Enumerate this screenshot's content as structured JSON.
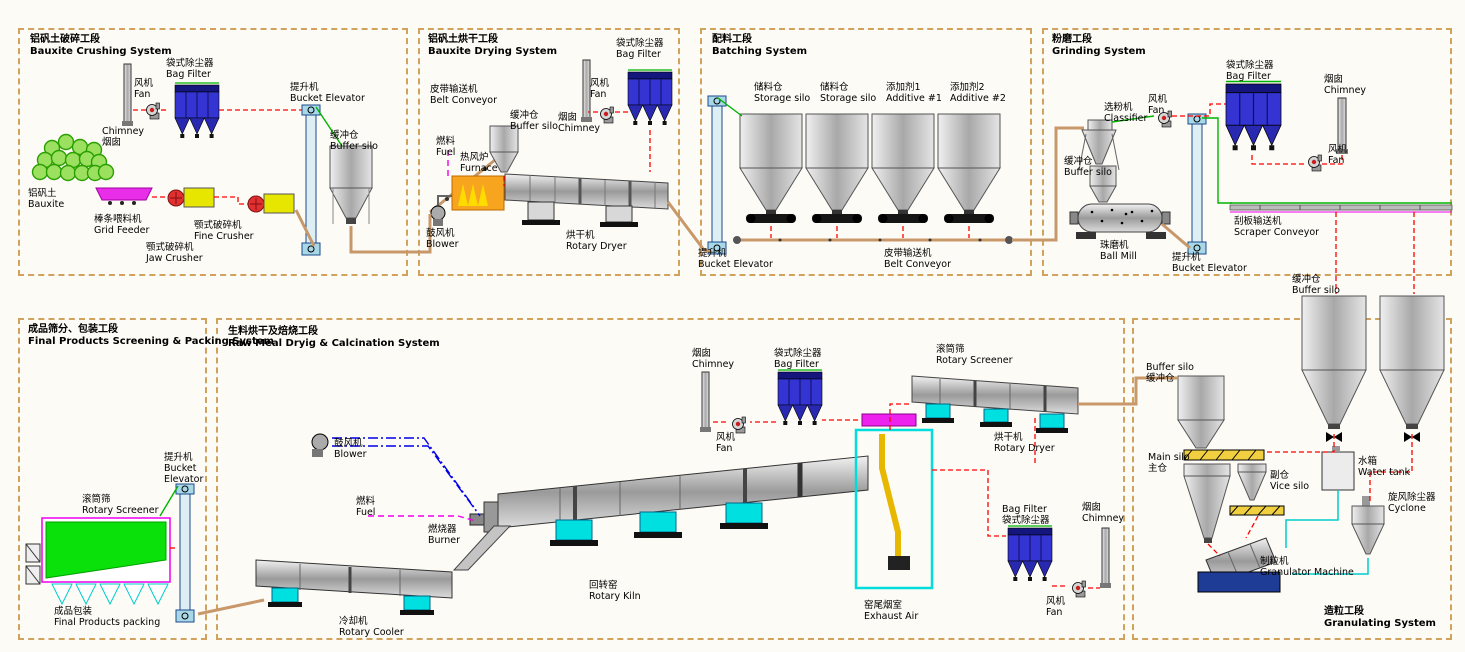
{
  "sections": [
    {
      "id": "bauxite-crushing",
      "title_cn": "铝矾土破碎工段",
      "title_en": "Bauxite Crushing System",
      "labels": [
        {
          "lines": [
            "袋式除尘器",
            "Bag Filter"
          ]
        },
        {
          "lines": [
            "风机",
            "Fan"
          ]
        },
        {
          "lines": [
            "Chimney",
            "烟囱"
          ]
        },
        {
          "lines": [
            "提升机",
            "Bucket Elevator"
          ]
        },
        {
          "lines": [
            "缓冲仓",
            "Buffer silo"
          ]
        },
        {
          "lines": [
            "铝矾土",
            "Bauxite"
          ]
        },
        {
          "lines": [
            "棒条喂料机",
            "Grid Feeder"
          ]
        },
        {
          "lines": [
            "颚式破碎机",
            "Fine Crusher"
          ]
        },
        {
          "lines": [
            "颚式破碎机",
            "Jaw Crusher"
          ]
        }
      ]
    },
    {
      "id": "bauxite-drying",
      "title_cn": "铝矾土烘干工段",
      "title_en": "Bauxite Drying System",
      "labels": [
        {
          "lines": [
            "皮带输送机",
            "Belt Conveyor"
          ]
        },
        {
          "lines": [
            "袋式除尘器",
            "Bag Filter"
          ]
        },
        {
          "lines": [
            "风机",
            "Fan"
          ]
        },
        {
          "lines": [
            "缓冲仓",
            "Buffer silo"
          ]
        },
        {
          "lines": [
            "烟囱",
            "Chimney"
          ]
        },
        {
          "lines": [
            "燃料",
            "Fuel"
          ]
        },
        {
          "lines": [
            "热风炉",
            "Furnace"
          ]
        },
        {
          "lines": [
            "鼓风机",
            "Blower"
          ]
        },
        {
          "lines": [
            "烘干机",
            "Rotary Dryer"
          ]
        }
      ]
    },
    {
      "id": "batching",
      "title_cn": "配料工段",
      "title_en": "Batching System",
      "labels": [
        {
          "lines": [
            "储料仓",
            "Storage silo"
          ]
        },
        {
          "lines": [
            "储料仓",
            "Storage silo"
          ]
        },
        {
          "lines": [
            "添加剂1",
            "Additive #1"
          ]
        },
        {
          "lines": [
            "添加剂2",
            "Additive #2"
          ]
        },
        {
          "lines": [
            "提升机",
            "Bucket Elevator"
          ]
        },
        {
          "lines": [
            "皮带输送机",
            "Belt Conveyor"
          ]
        }
      ]
    },
    {
      "id": "grinding",
      "title_cn": "粉磨工段",
      "title_en": "Grinding System",
      "labels": [
        {
          "lines": [
            "选粉机",
            "Classifier"
          ]
        },
        {
          "lines": [
            "风机",
            "Fan"
          ]
        },
        {
          "lines": [
            "袋式除尘器",
            "Bag Filter"
          ]
        },
        {
          "lines": [
            "烟囱",
            "Chimney"
          ]
        },
        {
          "lines": [
            "风机",
            "Fan"
          ]
        },
        {
          "lines": [
            "缓冲仓",
            "Buffer silo"
          ]
        },
        {
          "lines": [
            "珠磨机",
            "Ball Mill"
          ]
        },
        {
          "lines": [
            "提升机",
            "Bucket Elevator"
          ]
        },
        {
          "lines": [
            "刮板输送机",
            "Scraper Conveyor"
          ]
        },
        {
          "lines": [
            "缓冲仓",
            "Buffer silo"
          ]
        }
      ]
    },
    {
      "id": "final-packing",
      "title_cn": "成品筛分、包装工段",
      "title_en": "Final Products Screening & Packing System",
      "labels": [
        {
          "lines": [
            "提升机",
            "Bucket",
            "Elevator"
          ]
        },
        {
          "lines": [
            "滚筒筛",
            "Rotary Screener"
          ]
        },
        {
          "lines": [
            "成品包装",
            "Final Products packing"
          ]
        }
      ]
    },
    {
      "id": "calcination",
      "title_cn": "生料烘干及焙烧工段",
      "title_en": "Raw Meal Dryig & Calcination System",
      "labels": [
        {
          "lines": [
            "烟囱",
            "Chimney"
          ]
        },
        {
          "lines": [
            "风机",
            "Fan"
          ]
        },
        {
          "lines": [
            "袋式除尘器",
            "Bag Filter"
          ]
        },
        {
          "lines": [
            "滚筒筛",
            "Rotary Screener"
          ]
        },
        {
          "lines": [
            "烘干机",
            "Rotary Dryer"
          ]
        },
        {
          "lines": [
            "鼓风机",
            "Blower"
          ]
        },
        {
          "lines": [
            "燃料",
            "Fuel"
          ]
        },
        {
          "lines": [
            "燃烧器",
            "Burner"
          ]
        },
        {
          "lines": [
            "回转窑",
            "Rotary Kiln"
          ]
        },
        {
          "lines": [
            "冷却机",
            "Rotary Cooler"
          ]
        },
        {
          "lines": [
            "窑尾烟室",
            "Exhaust Air"
          ]
        },
        {
          "lines": [
            "Bag Filter",
            "袋式除尘器"
          ]
        },
        {
          "lines": [
            "烟囱",
            "Chimney"
          ]
        },
        {
          "lines": [
            "风机",
            "Fan"
          ]
        }
      ]
    },
    {
      "id": "granulating",
      "title_cn": "造粒工段",
      "title_en": "Granulating System",
      "labels": [
        {
          "lines": [
            "Buffer silo",
            "缓冲仓"
          ]
        },
        {
          "lines": [
            "Main silo",
            "主仓"
          ]
        },
        {
          "lines": [
            "副仓",
            "Vice silo"
          ]
        },
        {
          "lines": [
            "水箱",
            "Water tank"
          ]
        },
        {
          "lines": [
            "旋风除尘器",
            "Cyclone"
          ]
        },
        {
          "lines": [
            "制粒机",
            "Granulator Machine"
          ]
        }
      ]
    }
  ],
  "colors": {
    "section_border": "#d1a15e",
    "line_red": "#ff0000",
    "line_green": "#00b400",
    "line_cyan": "#00cccc",
    "line_tan": "#c8986a",
    "line_magenta": "#ee00ee",
    "line_blue": "#0000e8",
    "bag_filter_blue": "#3434d2",
    "support_cyan": "#00e0e0",
    "crusher_yellow": "#e6e600",
    "furnace_orange": "#f7a41e",
    "screener_green": "#0ae00a",
    "feeder_magenta": "#e82ee8"
  }
}
